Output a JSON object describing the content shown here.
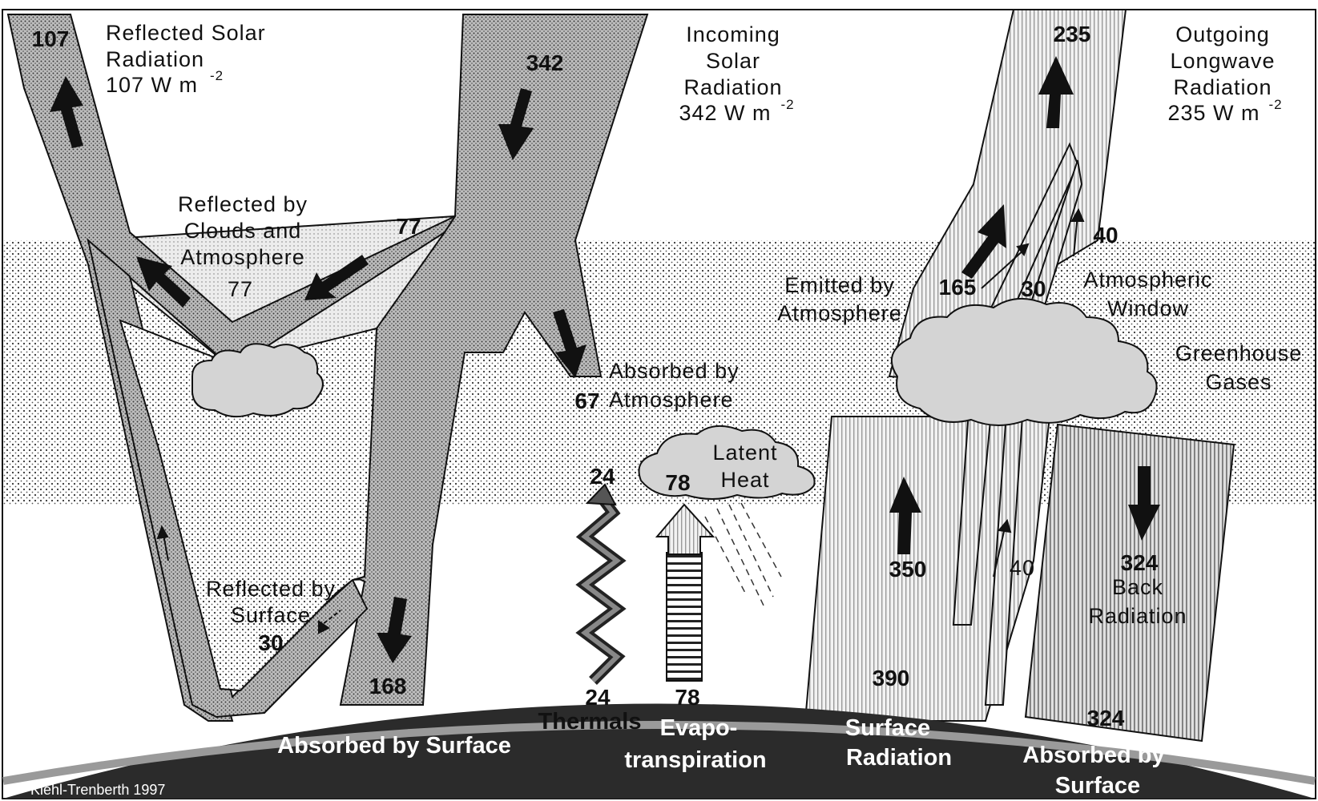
{
  "labels": {
    "reflected_solar": [
      "Reflected Solar",
      "Radiation",
      "107 W m"
    ],
    "incoming_solar": [
      "Incoming",
      "Solar",
      "Radiation",
      "342 W m"
    ],
    "outgoing_lw": [
      "Outgoing",
      "Longwave",
      "Radiation",
      "235 W m"
    ],
    "unit_exp": "-2",
    "reflected_clouds": [
      "Reflected by",
      "Clouds and",
      "Atmosphere"
    ],
    "reflected_surface": [
      "Reflected by",
      "Surface"
    ],
    "absorbed_atm": [
      "Absorbed by",
      "Atmosphere"
    ],
    "latent_heat": [
      "Latent",
      "Heat"
    ],
    "emitted_atm": [
      "Emitted by",
      "Atmosphere"
    ],
    "atm_window": [
      "Atmospheric",
      "Window"
    ],
    "greenhouse": [
      "Greenhouse",
      "Gases"
    ],
    "back_radiation": [
      "Back",
      "Radiation"
    ]
  },
  "values": {
    "reflected_total": "107",
    "incoming": "342",
    "outgoing": "235",
    "reflected_clouds": "77",
    "reflected_clouds_label": "77",
    "reflected_surface": "30",
    "absorbed_surface": "168",
    "absorbed_atm": "67",
    "thermals_top": "24",
    "thermals_bottom": "24",
    "latent_top": "78",
    "latent_bottom": "78",
    "emitted_atm": "165",
    "window_30": "30",
    "window_40_top": "40",
    "window_40_mid": "40",
    "surface_up": "350",
    "surface_total": "390",
    "back_rad": "324",
    "back_absorbed": "324"
  },
  "ground": {
    "absorbed_surface": "Absorbed by Surface",
    "thermals": "Thermals",
    "evapo": [
      "Evapo-",
      "transpiration"
    ],
    "surface_radiation": [
      "Surface",
      "Radiation"
    ],
    "absorbed_by_surface": [
      "Absorbed by",
      "Surface"
    ]
  },
  "credit": "Kiehl-Trenberth 1997",
  "colors": {
    "ground": "#2b2b2b",
    "cloud": "#d4d4d4",
    "band_dark": "#b8b8b8",
    "band_light": "#e2e2e2"
  }
}
